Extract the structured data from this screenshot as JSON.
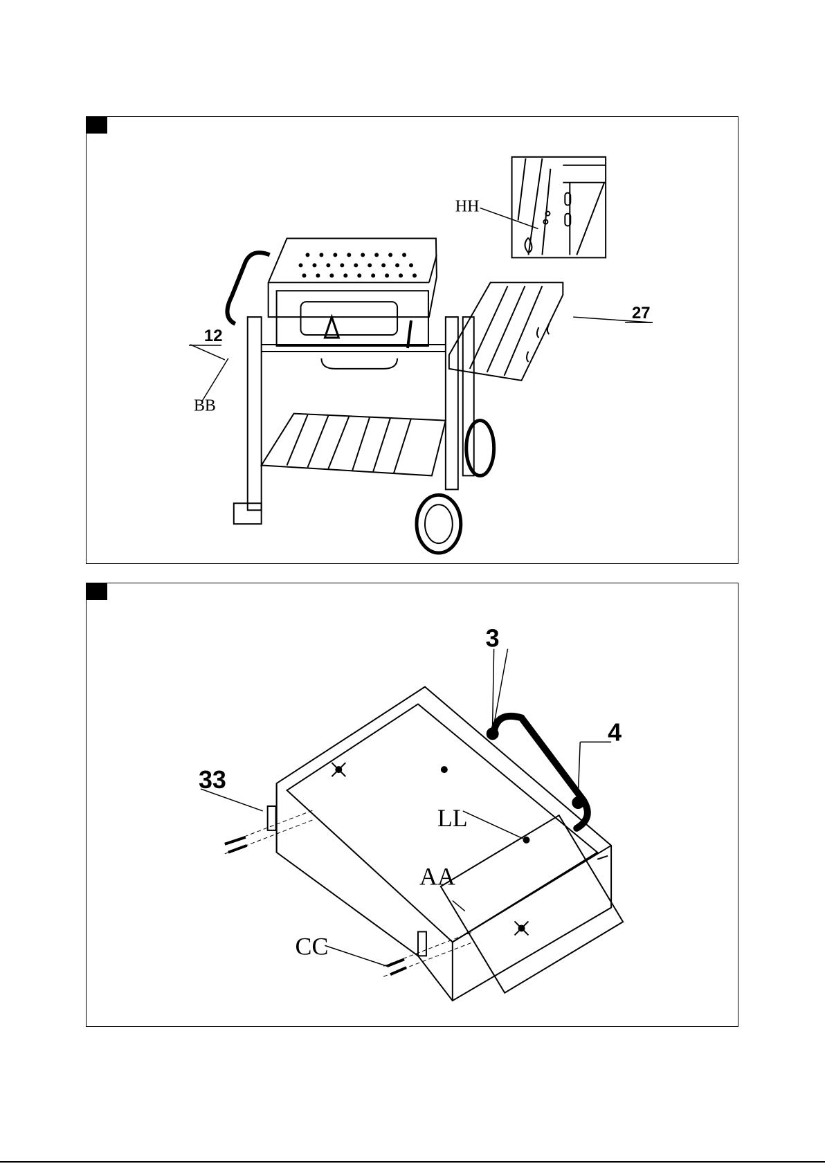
{
  "step1": {
    "labels": {
      "hh": "HH",
      "part_12": "12",
      "bb": "BB",
      "part_27": "27"
    }
  },
  "step2": {
    "labels": {
      "part_3": "3",
      "part_4": "4",
      "part_33": "33",
      "ll": "LL",
      "aa": "AA",
      "cc": "CC"
    }
  },
  "colors": {
    "line": "#000000",
    "background": "#ffffff"
  }
}
